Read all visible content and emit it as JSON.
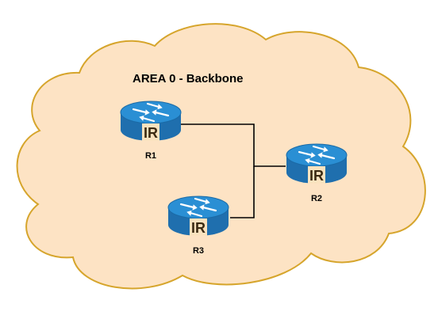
{
  "area": {
    "title": "AREA 0 - Backbone",
    "fill_color": "#fde3c4",
    "border_color": "#d6a52c"
  },
  "router_style": {
    "body_color": "#1f7cbf",
    "top_color": "#2a8fd4",
    "badge_color": "#fbe3bf",
    "badge_text": "IR"
  },
  "routers": [
    {
      "id": "r1",
      "label": "R1"
    },
    {
      "id": "r2",
      "label": "R2"
    },
    {
      "id": "r3",
      "label": "R3"
    }
  ],
  "links": [
    {
      "from": "R1",
      "to": "R2"
    },
    {
      "from": "R3",
      "to": "R2"
    }
  ]
}
